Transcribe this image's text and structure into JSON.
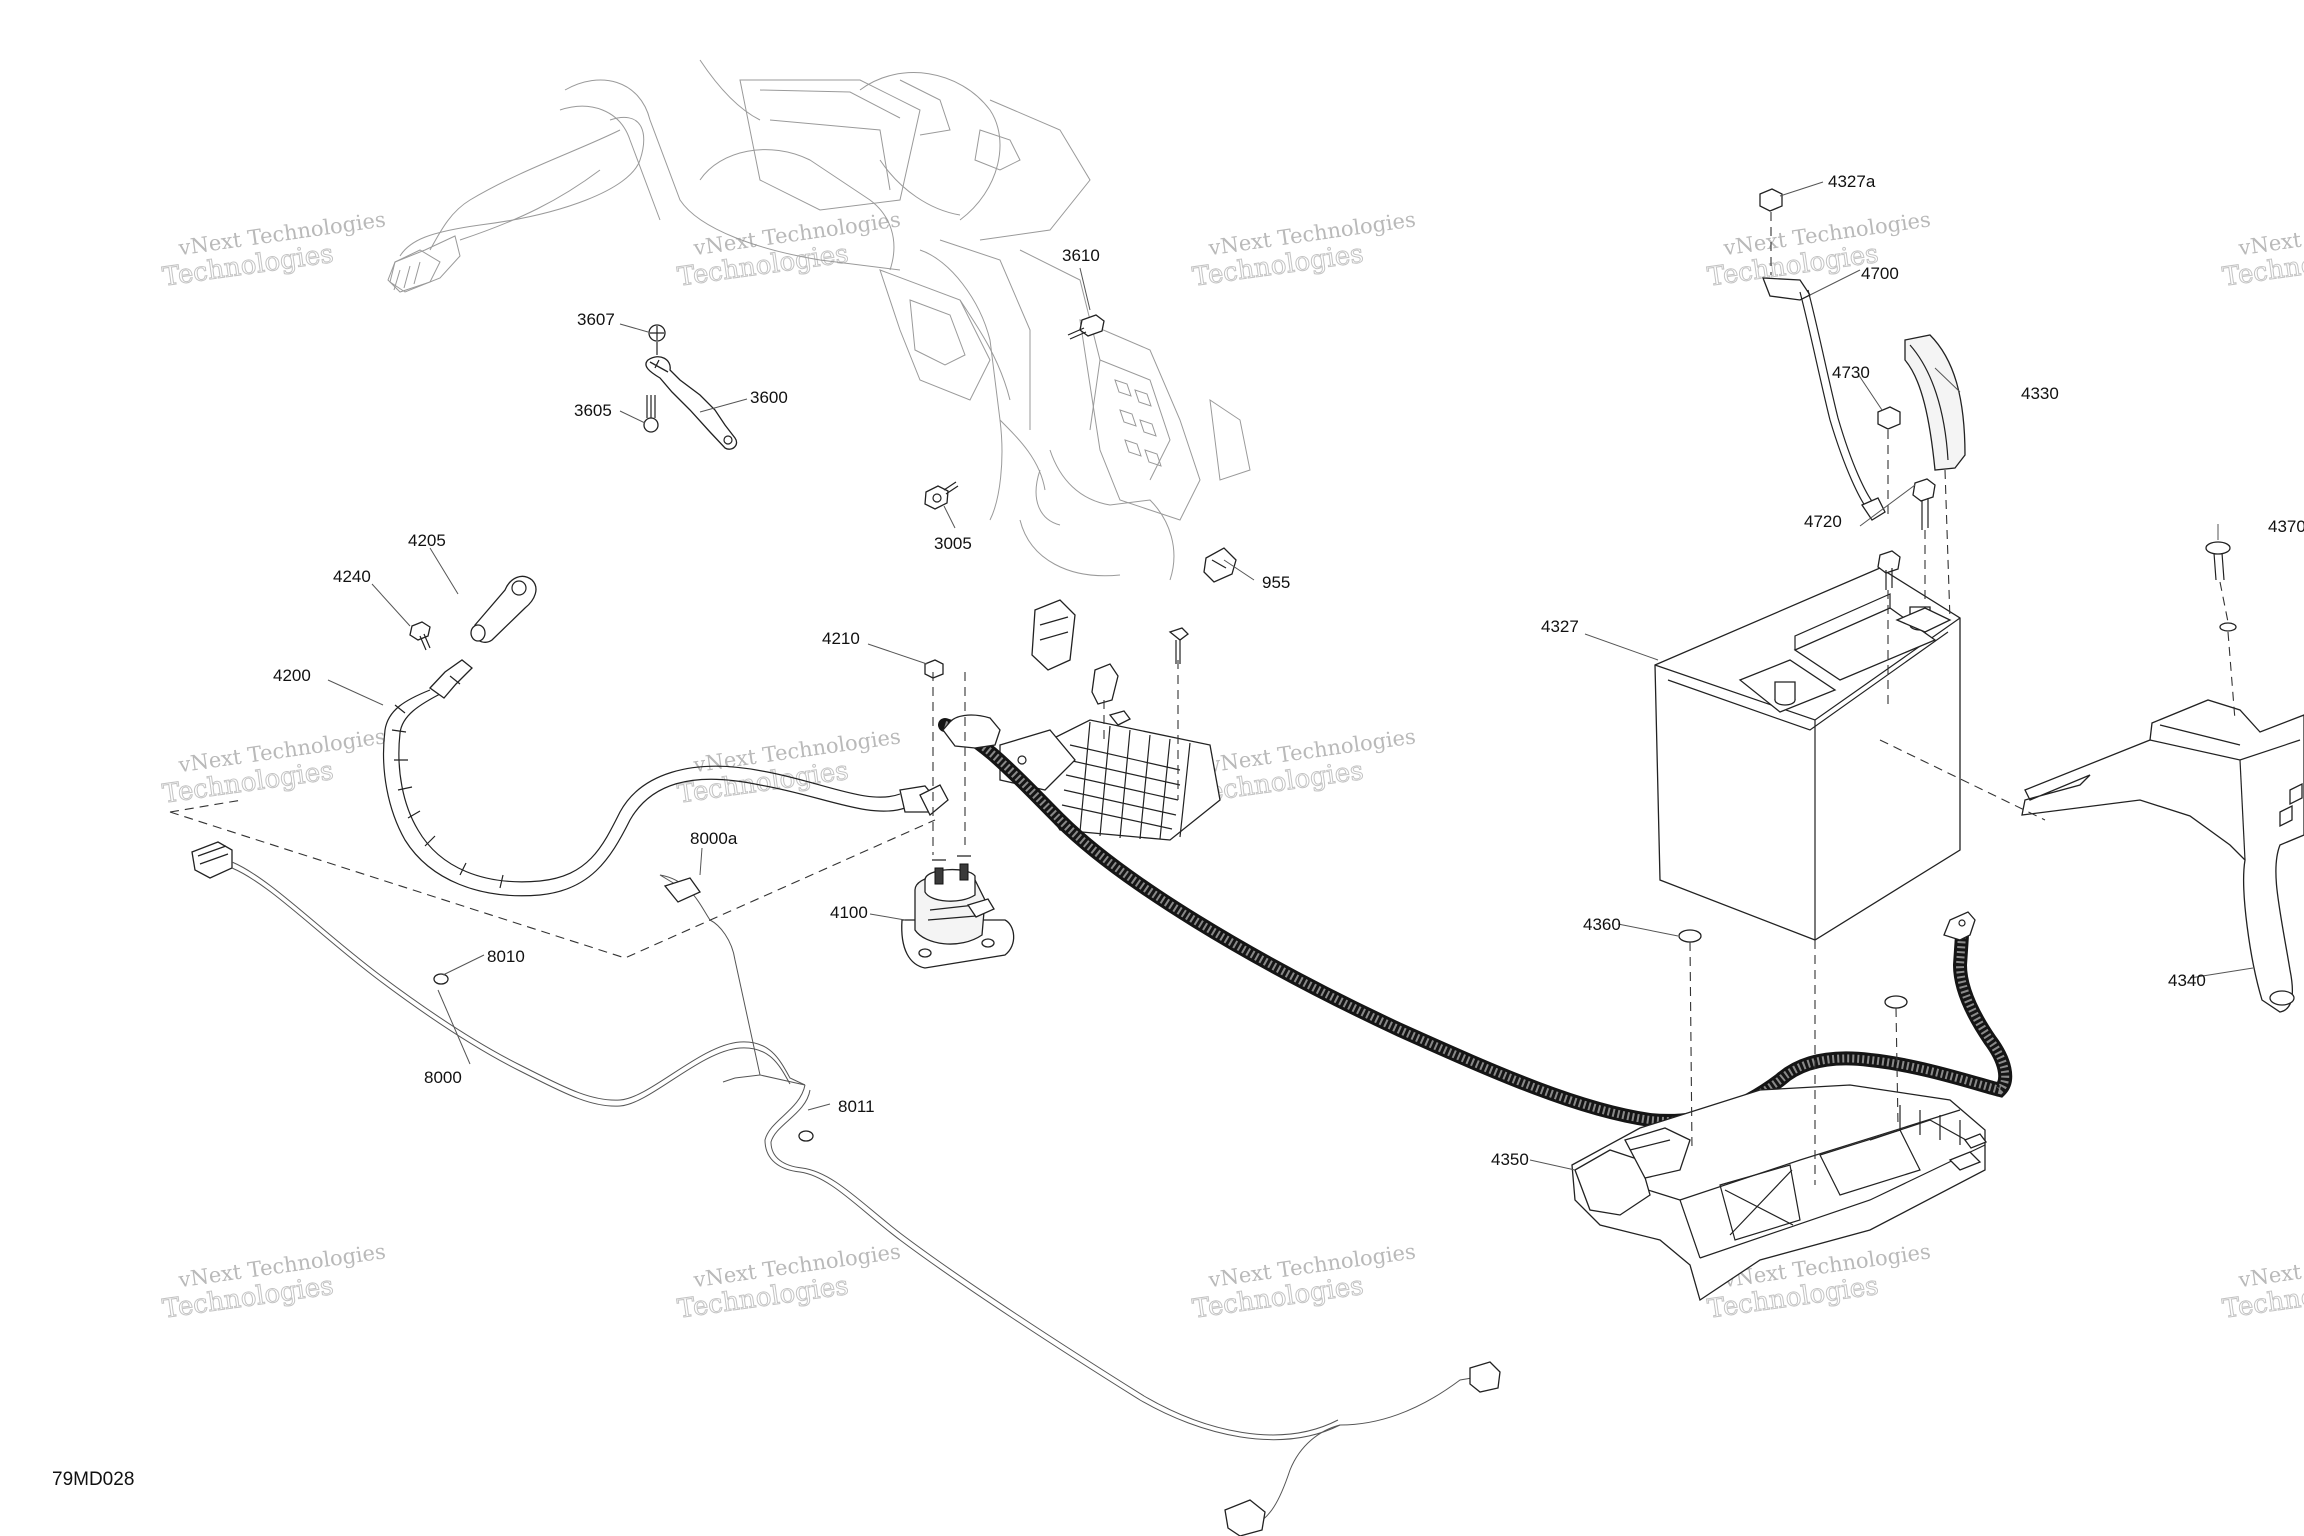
{
  "diagram": {
    "code": "79MD028",
    "watermark": {
      "line1": "vNext Technologies",
      "line2": "Technologies"
    },
    "callouts": [
      {
        "id": "p3600",
        "text": "3600"
      },
      {
        "id": "p3605",
        "text": "3605"
      },
      {
        "id": "p3607",
        "text": "3607"
      },
      {
        "id": "p3610",
        "text": "3610"
      },
      {
        "id": "p3005",
        "text": "3005"
      },
      {
        "id": "p955",
        "text": "955"
      },
      {
        "id": "p4205",
        "text": "4205"
      },
      {
        "id": "p4240",
        "text": "4240"
      },
      {
        "id": "p4200",
        "text": "4200"
      },
      {
        "id": "p4210",
        "text": "4210"
      },
      {
        "id": "p4100",
        "text": "4100"
      },
      {
        "id": "p8000a",
        "text": "8000a"
      },
      {
        "id": "p8010",
        "text": "8010"
      },
      {
        "id": "p8000",
        "text": "8000"
      },
      {
        "id": "p8011",
        "text": "8011"
      },
      {
        "id": "p4327a",
        "text": "4327a"
      },
      {
        "id": "p4700",
        "text": "4700"
      },
      {
        "id": "p4730",
        "text": "4730"
      },
      {
        "id": "p4330",
        "text": "4330"
      },
      {
        "id": "p4720",
        "text": "4720"
      },
      {
        "id": "p4327",
        "text": "4327"
      },
      {
        "id": "p4360",
        "text": "4360"
      },
      {
        "id": "p4350",
        "text": "4350"
      },
      {
        "id": "p4370",
        "text": "4370"
      },
      {
        "id": "p4340",
        "text": "4340"
      }
    ]
  }
}
